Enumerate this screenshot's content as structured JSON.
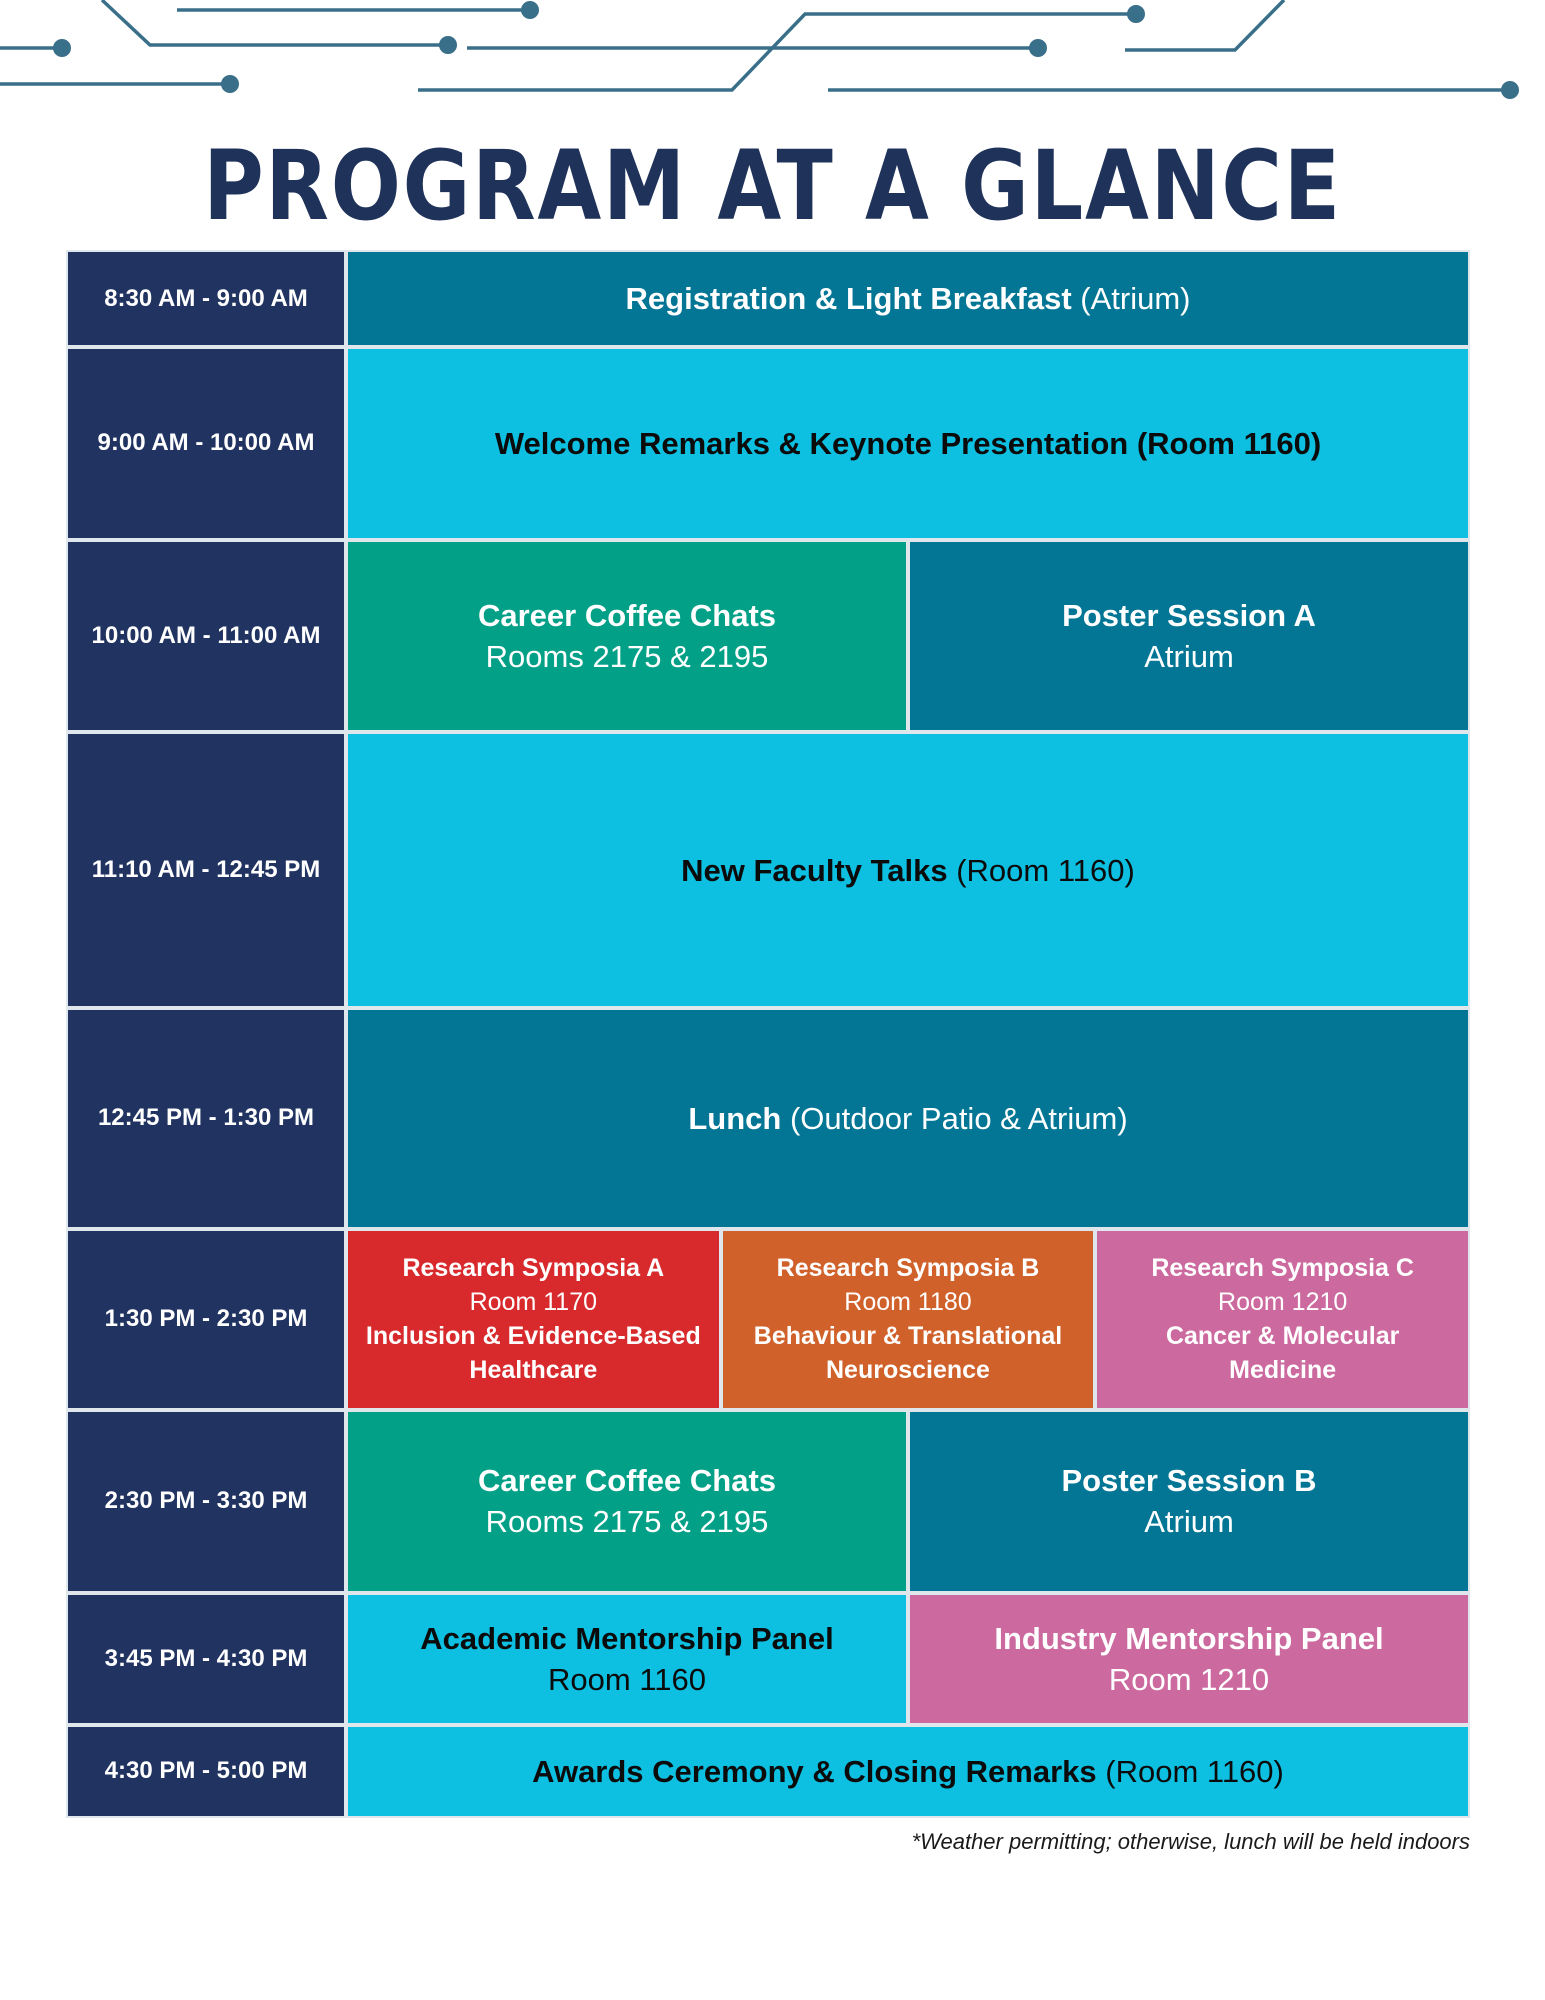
{
  "title": "PROGRAM AT A GLANCE",
  "colors": {
    "navy": "#213461",
    "teal": "#027694",
    "cyan": "#0dbfe0",
    "green": "#02a086",
    "red": "#d82a2c",
    "orange": "#d0612a",
    "pink": "#cc6a9f",
    "circuit": "#3a6f8a"
  },
  "rows": [
    {
      "time": "8:30 AM - 9:00 AM",
      "events": [
        {
          "title": "Registration & Light Breakfast",
          "note": " (Atrium)",
          "color": "teal"
        }
      ]
    },
    {
      "time": "9:00 AM - 10:00 AM",
      "events": [
        {
          "title": "Welcome Remarks & Keynote Presentation (Room 1160)",
          "note": "",
          "color": "cyan"
        }
      ]
    },
    {
      "time": "10:00 AM - 11:00 AM",
      "events": [
        {
          "title": "Career Coffee Chats",
          "sub": "Rooms 2175 & 2195",
          "color": "green"
        },
        {
          "title": "Poster Session A",
          "sub": "Atrium",
          "color": "teal"
        }
      ]
    },
    {
      "time": "11:10 AM - 12:45 PM",
      "events": [
        {
          "title": "New Faculty Talks",
          "note": " (Room 1160)",
          "color": "cyan"
        }
      ]
    },
    {
      "time": "12:45 PM - 1:30 PM",
      "events": [
        {
          "title": "Lunch",
          "note": " (Outdoor Patio & Atrium)",
          "color": "teal"
        }
      ]
    },
    {
      "time": "1:30 PM - 2:30 PM",
      "events": [
        {
          "title": "Research Symposia A",
          "room": "Room 1170",
          "topic": "Inclusion & Evidence-Based Healthcare",
          "color": "red"
        },
        {
          "title": "Research Symposia B",
          "room": "Room 1180",
          "topic": "Behaviour & Translational Neuroscience",
          "color": "orange"
        },
        {
          "title": "Research Symposia C",
          "room": "Room 1210",
          "topic": "Cancer & Molecular Medicine",
          "color": "pink"
        }
      ]
    },
    {
      "time": "2:30 PM - 3:30 PM",
      "events": [
        {
          "title": "Career Coffee Chats",
          "sub": "Rooms 2175 & 2195",
          "color": "green"
        },
        {
          "title": "Poster Session B",
          "sub": "Atrium",
          "color": "teal"
        }
      ]
    },
    {
      "time": "3:45 PM - 4:30 PM",
      "events": [
        {
          "title": "Academic Mentorship Panel",
          "sub": "Room 1160",
          "color": "cyan"
        },
        {
          "title": "Industry Mentorship Panel",
          "sub": "Room 1210",
          "color": "pink"
        }
      ]
    },
    {
      "time": "4:30 PM - 5:00 PM",
      "events": [
        {
          "title": "Awards Ceremony & Closing Remarks",
          "note": " (Room 1160)",
          "color": "cyan"
        }
      ]
    }
  ],
  "footnote": "*Weather permitting; otherwise, lunch will be held indoors"
}
